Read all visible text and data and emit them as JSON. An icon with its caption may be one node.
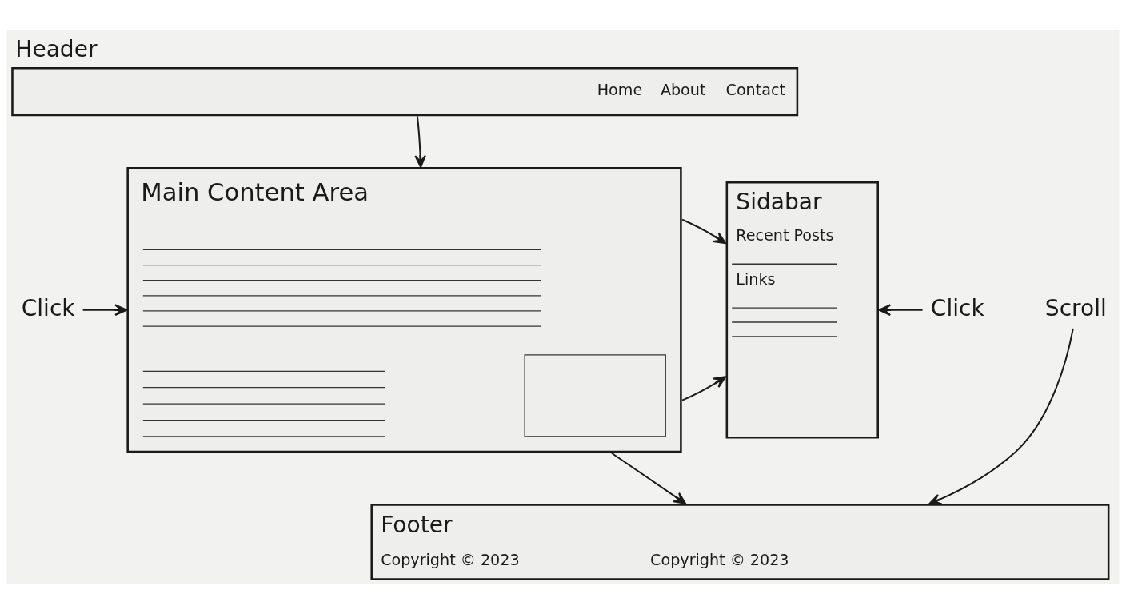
{
  "diagram": {
    "nodes": [
      {
        "text": [
          "Header",
          "Home",
          "About",
          "Contact"
        ]
      },
      {
        "text": [
          "Main Content Area"
        ]
      },
      {
        "text": [
          "Sidabar",
          "Recent Posts",
          "Links"
        ]
      },
      {
        "text": [
          "Click"
        ]
      },
      {
        "text": [
          "Click"
        ]
      },
      {
        "text": [
          "Scroll"
        ]
      },
      {
        "text": [
          "Footer",
          "Copyright © 2023",
          "Copyright © 2023"
        ]
      }
    ],
    "edges": [
      {
        "from": 0,
        "to": 1,
        "arrow": "to"
      },
      {
        "from": 3,
        "to": 1,
        "arrow": "to"
      },
      {
        "from": 1,
        "to": 2,
        "arrow": "to"
      },
      {
        "from": 4,
        "to": 2,
        "arrow": "to"
      },
      {
        "from": 1,
        "to": 6,
        "arrow": "to"
      },
      {
        "from": 1,
        "to": 2,
        "arrow": "to"
      },
      {
        "from": 5,
        "to": 6,
        "arrow": "to"
      }
    ]
  }
}
